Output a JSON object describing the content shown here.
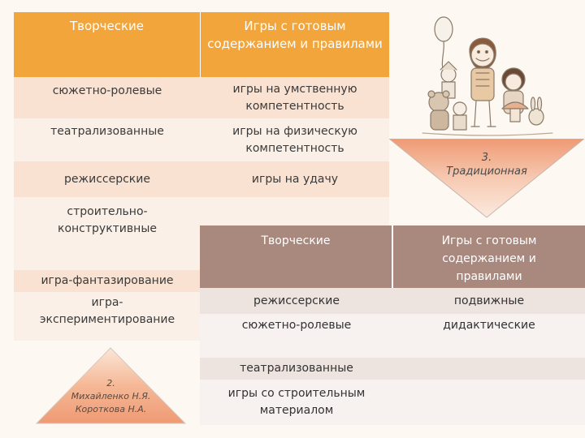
{
  "table1": {
    "headers": [
      "Творческие",
      "Игры с готовым содержанием и правилами"
    ],
    "creative": [
      "сюжетно-ролевые",
      "театрализованные",
      "режиссерские",
      "строительно-конструктивные",
      "игра-фантазирование",
      "игра-экспериментирование"
    ],
    "rules": [
      "игры на умственную компетентность",
      "игры на физическую компетентность",
      "игры на удачу"
    ]
  },
  "triangle_bottom": {
    "number": "2.",
    "authors": "Михайленко Н.Я. Короткова Н.А."
  },
  "triangle_right": {
    "number": "3.",
    "label": "Традиционная"
  },
  "table2": {
    "headers": [
      "Творческие",
      "Игры с готовым содержанием и правилами"
    ],
    "creative": [
      "режиссерские",
      "сюжетно-ролевые",
      "театрализованные",
      "игры со строительным материалом"
    ],
    "rules": [
      "подвижные",
      "дидактические"
    ]
  },
  "colors": {
    "orange_header": "#f2a53a",
    "orange_row_dark": "#f9e2d2",
    "orange_row_light": "#fbf0e7",
    "mauve_header": "#a9887e",
    "mauve_row_dark": "#ede3df",
    "mauve_row_light": "#f7f1ef",
    "triangle_fill": "#f0a882"
  }
}
